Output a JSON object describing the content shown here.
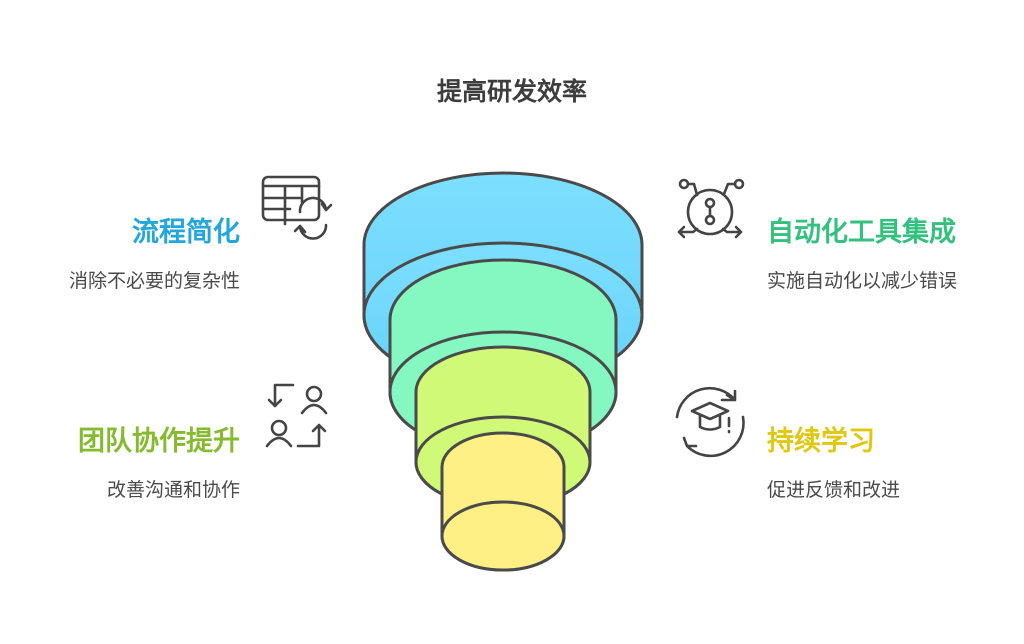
{
  "title": "提高研发效率",
  "items": [
    {
      "heading": "流程简化",
      "description": "消除不必要的复杂性",
      "color": "#22a6dc",
      "icon": "table-sync-icon"
    },
    {
      "heading": "团队协作提升",
      "description": "改善沟通和协作",
      "color": "#86bb30",
      "icon": "people-exchange-icon"
    },
    {
      "heading": "自动化工具集成",
      "description": "实施自动化以减少错误",
      "color": "#34c17f",
      "icon": "automation-network-icon"
    },
    {
      "heading": "持续学习",
      "description": "促进反馈和改进",
      "color": "#dfc80f",
      "icon": "graduation-cycle-icon"
    }
  ],
  "tiers": [
    {
      "color": "#7ddffe"
    },
    {
      "color": "#85f8c2"
    },
    {
      "color": "#d0f977"
    },
    {
      "color": "#fff085"
    }
  ]
}
